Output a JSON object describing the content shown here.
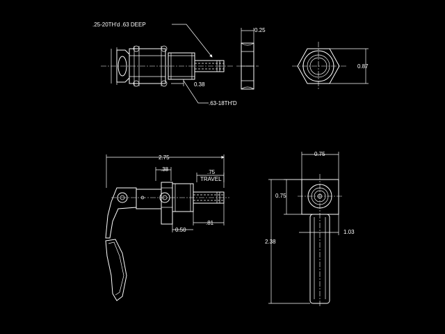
{
  "drawing": {
    "top_view": {
      "callout_thread_deep": ".25-20TH'd .63 DEEP",
      "dim_hex_depth": "0.25",
      "dim_shank": "0.38",
      "callout_thread": ".63-18TH'D",
      "dim_hex_height": "0.87"
    },
    "side_view": {
      "dim_overall": "2.75",
      "dim_pivot": ".38",
      "dim_travel_value": ".75",
      "dim_travel_label": "TRAVEL",
      "dim_body": "0.50",
      "dim_plunger": ".81"
    },
    "end_view": {
      "dim_width": "0.75",
      "dim_height_block": "0.75",
      "dim_offset": "1.03",
      "dim_total_height": "2.38"
    }
  }
}
